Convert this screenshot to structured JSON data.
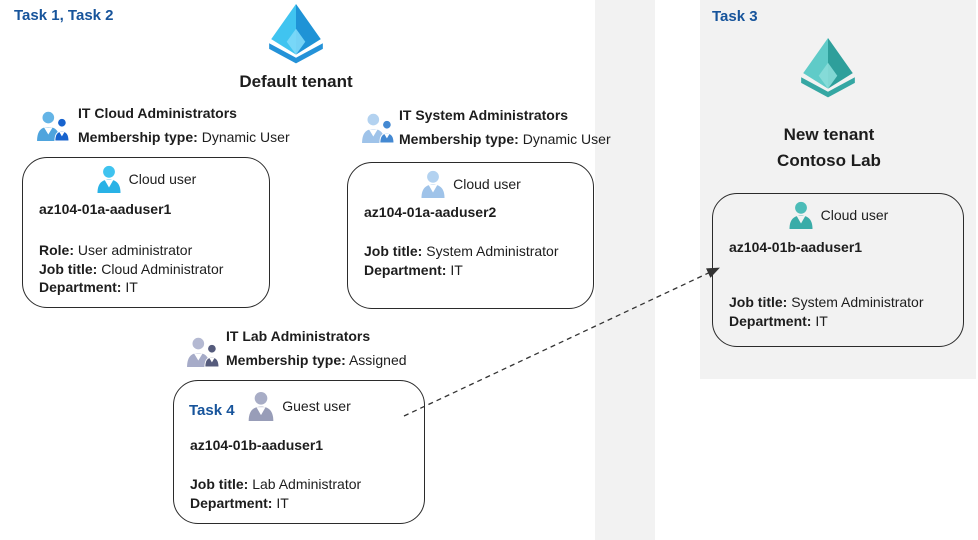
{
  "diagram": {
    "left_section": {
      "task_label": "Task 1, Task 2",
      "tenant_name": "Default tenant",
      "groups": [
        {
          "name": "IT Cloud Administrators",
          "membership_label": "Membership type:",
          "membership_value": "Dynamic User"
        },
        {
          "name": "IT System Administrators",
          "membership_label": "Membership type:",
          "membership_value": "Dynamic User"
        },
        {
          "name": "IT Lab Administrators",
          "membership_label": "Membership type:",
          "membership_value": "Assigned"
        }
      ],
      "users": [
        {
          "type": "Cloud user",
          "name": "az104-01a-aaduser1",
          "fields": [
            {
              "label": "Role:",
              "value": "User administrator"
            },
            {
              "label": "Job title:",
              "value": "Cloud Administrator"
            },
            {
              "label": "Department:",
              "value": "IT"
            }
          ]
        },
        {
          "type": "Cloud user",
          "name": "az104-01a-aaduser2",
          "fields": [
            {
              "label": "Job title:",
              "value": "System Administrator"
            },
            {
              "label": "Department:",
              "value": "IT"
            }
          ]
        },
        {
          "task_label": "Task 4",
          "type": "Guest user",
          "name": "az104-01b-aaduser1",
          "fields": [
            {
              "label": "Job title:",
              "value": "Lab Administrator"
            },
            {
              "label": "Department:",
              "value": "IT"
            }
          ]
        }
      ]
    },
    "right_section": {
      "task_label": "Task 3",
      "tenant_name_line1": "New tenant",
      "tenant_name_line2": "Contoso Lab",
      "user": {
        "type": "Cloud user",
        "name": "az104-01b-aaduser1",
        "fields": [
          {
            "label": "Job title:",
            "value": "System Administrator"
          },
          {
            "label": "Department:",
            "value": "IT"
          }
        ]
      }
    },
    "colors": {
      "task_label_blue": "#17549B",
      "panel_gray": "#F2F2F2",
      "card_border": "#2B2B2B",
      "arrow": "#333333",
      "azure_ad_blue": {
        "left_face": "#40C4F0",
        "right_face": "#1F93D6",
        "highlight": "#7ED9F8",
        "rim": "#2492D8"
      },
      "azure_ad_teal": {
        "left_face": "#5FCBC8",
        "right_face": "#2E9F9B",
        "highlight": "#8ADDD9",
        "rim": "#35A7A3"
      },
      "cloud_user_cyan": "#29B2E6",
      "cloud_user_light_blue": "#9FC3E9",
      "guest_user_gray": "#989DB8",
      "cloud_user_teal": "#3AACA8",
      "group_cloud_admins": {
        "big_person": "#4FA4DD",
        "small_person": "#1763CE"
      },
      "group_system_admins": {
        "big_person": "#9FC3E9",
        "small_person": "#4489D2"
      },
      "group_lab_admins": {
        "big_person": "#A6ABC8",
        "small_person": "#555B7C"
      }
    }
  }
}
